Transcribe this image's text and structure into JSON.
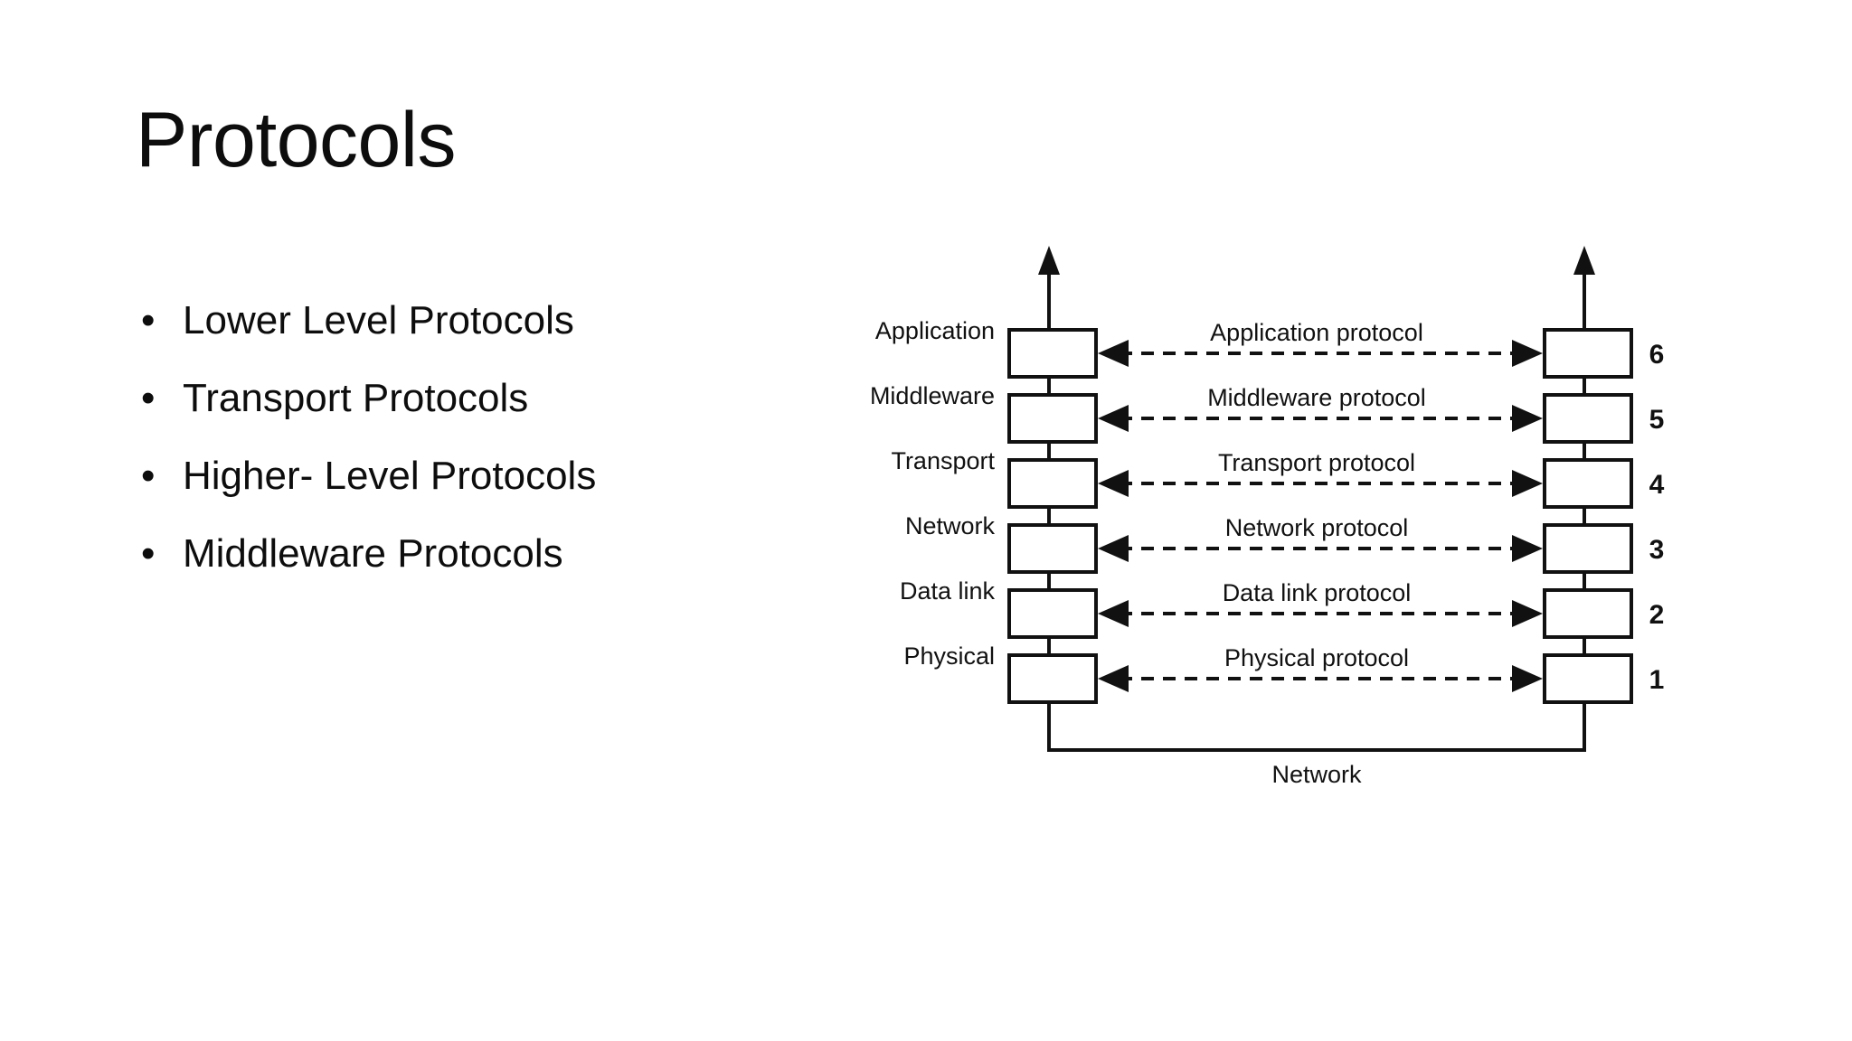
{
  "slide": {
    "title": "Protocols",
    "bullet_char": "•",
    "bullets": [
      "Lower Level Protocols",
      "Transport Protocols",
      "Higher- Level Protocols",
      "Middleware Protocols"
    ]
  },
  "diagram": {
    "name": "layered-protocol-stack-diagram",
    "bottom_label": "Network",
    "stroke_color": "#111111",
    "box_fill": "#ffffff",
    "layers": [
      {
        "layer_label": "Application",
        "protocol_label": "Application protocol",
        "number": "6"
      },
      {
        "layer_label": "Middleware",
        "protocol_label": "Middleware protocol",
        "number": "5"
      },
      {
        "layer_label": "Transport",
        "protocol_label": "Transport protocol",
        "number": "4"
      },
      {
        "layer_label": "Network",
        "protocol_label": "Network protocol",
        "number": "3"
      },
      {
        "layer_label": "Data link",
        "protocol_label": "Data link protocol",
        "number": "2"
      },
      {
        "layer_label": "Physical",
        "protocol_label": "Physical protocol",
        "number": "1"
      }
    ]
  }
}
